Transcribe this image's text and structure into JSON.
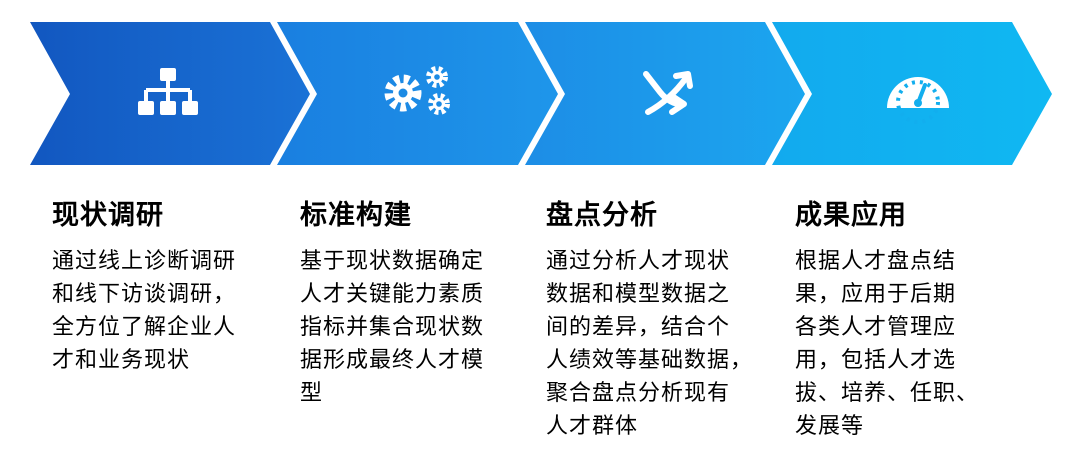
{
  "colors": {
    "blue_dark": "#1565c8",
    "blue_mid": "#1e8ae6",
    "blue_light": "#1fa6ef",
    "cyan": "#12b5f0",
    "icon": "#ffffff",
    "text": "#000000"
  },
  "steps": [
    {
      "title": "现状调研",
      "icon": "org-chart-icon",
      "desc_lines": [
        "通过线上诊断调研",
        "和线下访谈调研，",
        "全方位了解企业人",
        "才和业务现状"
      ]
    },
    {
      "title": "标准构建",
      "icon": "gears-icon",
      "desc_lines": [
        "基于现状数据确定",
        "人才关键能力素质",
        "指标并集合现状数",
        "据形成最终人才模",
        "型"
      ]
    },
    {
      "title": "盘点分析",
      "icon": "merge-arrows-icon",
      "desc_lines": [
        "通过分析人才现状",
        "数据和模型数据之",
        "间的差异，结合个",
        "人绩效等基础数据，",
        "聚合盘点分析现有",
        "人才群体"
      ]
    },
    {
      "title": "成果应用",
      "icon": "speedometer-icon",
      "desc_lines": [
        "根据人才盘点结",
        "果，应用于后期",
        "各类人才管理应",
        "用，包括人才选",
        "拔、培养、任职、",
        "发展等"
      ]
    }
  ]
}
